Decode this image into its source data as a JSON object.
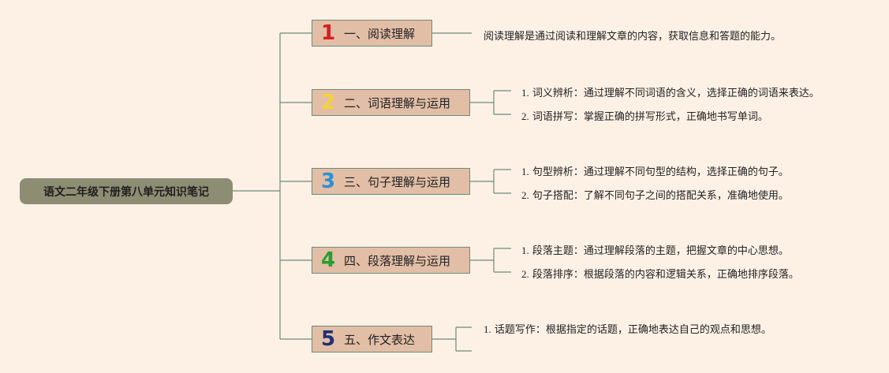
{
  "root": {
    "title": "语文二年级下册第八单元知识笔记"
  },
  "topics": [
    {
      "num": "1",
      "num_color": "#d81e1e",
      "label": "一、阅读理解",
      "items": [
        {
          "index": "",
          "text": "阅读理解是通过阅读和理解文章的内容，获取信息和答题的能力。"
        }
      ]
    },
    {
      "num": "2",
      "num_color": "#f3d23a",
      "label": "二、词语理解与运用",
      "items": [
        {
          "index": "1.",
          "text": "词义辨析：通过理解不同词语的含义，选择正确的词语来表达。"
        },
        {
          "index": "2.",
          "text": "词语拼写：掌握正确的拼写形式，正确地书写单词。"
        }
      ]
    },
    {
      "num": "3",
      "num_color": "#2a8fd6",
      "label": "三、句子理解与运用",
      "items": [
        {
          "index": "1.",
          "text": "句型辨析：通过理解不同句型的结构，选择正确的句子。"
        },
        {
          "index": "2.",
          "text": "句子搭配：了解不同句子之间的搭配关系，准确地使用。"
        }
      ]
    },
    {
      "num": "4",
      "num_color": "#23a02e",
      "label": "四、段落理解与运用",
      "items": [
        {
          "index": "1.",
          "text": "段落主题：通过理解段落的主题，把握文章的中心思想。"
        },
        {
          "index": "2.",
          "text": "段落排序：根据段落的内容和逻辑关系，正确地排序段落。"
        }
      ]
    },
    {
      "num": "5",
      "num_color": "#1f2f78",
      "label": "五、作文表达",
      "items": [
        {
          "index": "1.",
          "text": "话题写作：根据指定的话题，正确地表达自己的观点和思想。"
        }
      ]
    }
  ],
  "colors": {
    "background": "#fdf1e6",
    "root_fill": "#8d8d73",
    "topic_fill": "#e2bea6",
    "line": "#6d8b78"
  }
}
